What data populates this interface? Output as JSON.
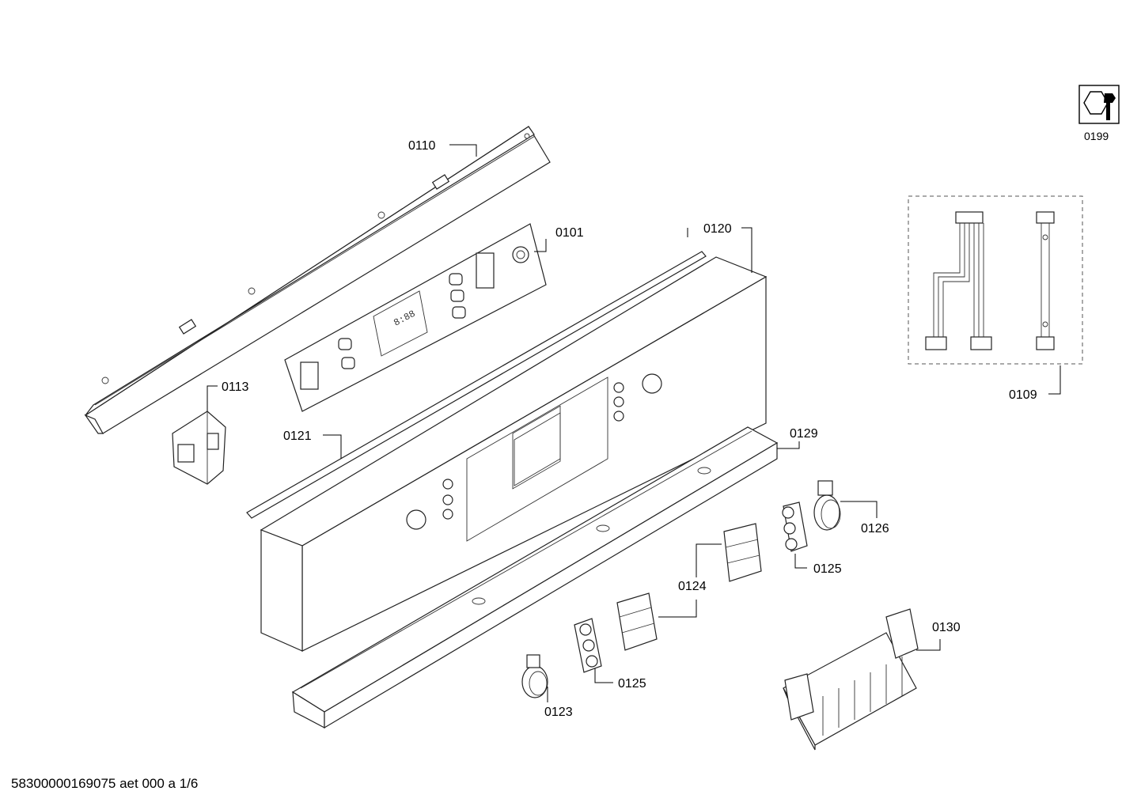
{
  "footer": "58300000169075 aet 000 a 1/6",
  "parts": {
    "p0110": "0110",
    "p0101": "0101",
    "p0120": "0120",
    "p0113": "0113",
    "p0121": "0121",
    "p0129": "0129",
    "p0126": "0126",
    "p0125a": "0125",
    "p0124": "0124",
    "p0125b": "0125",
    "p0123": "0123",
    "p0130": "0130",
    "p0109": "0109",
    "p0199": "0199"
  },
  "icons": {
    "service": "wrench-nut-icon"
  }
}
